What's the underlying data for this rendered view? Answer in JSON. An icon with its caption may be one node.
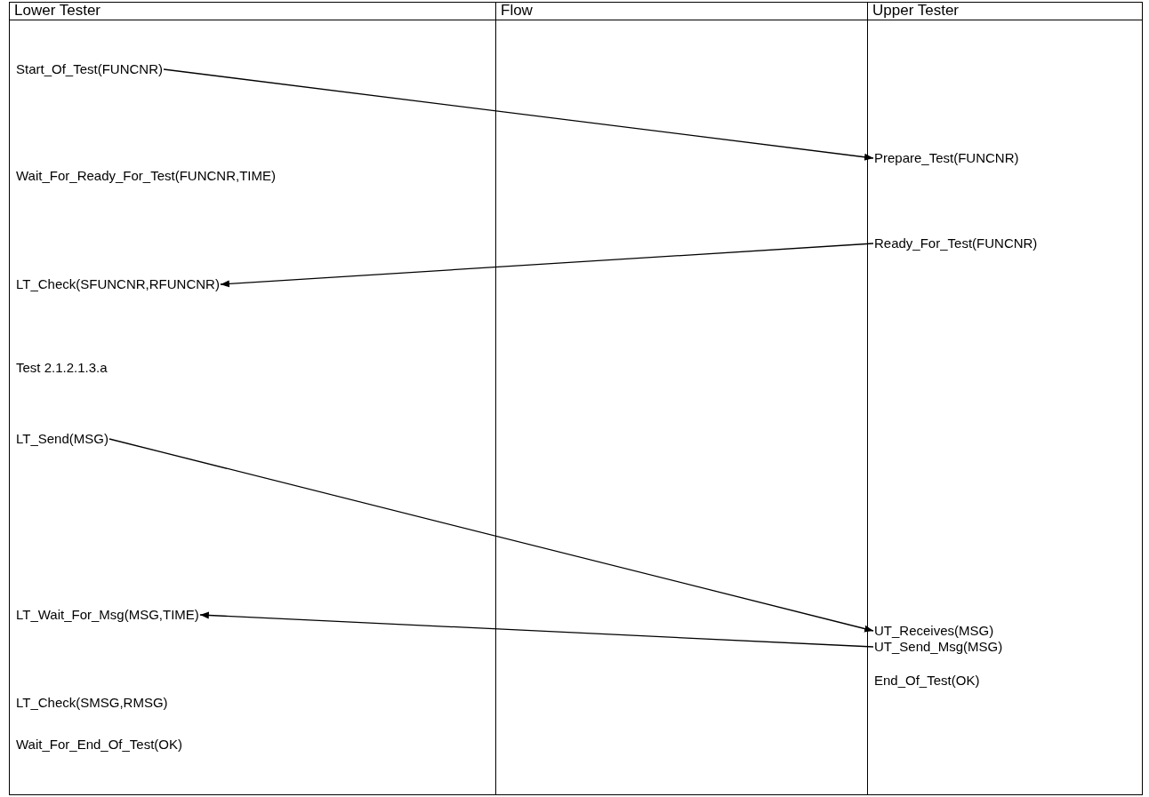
{
  "diagram": {
    "nodes": [
      {
        "text": [
          "Start_Of_Test(FUNCNR)"
        ]
      },
      {
        "text": [
          "Prepare_Test(FUNCNR)"
        ]
      },
      {
        "text": [
          "Wait_For_Ready_For_Test(FUNCNR,TIME)"
        ]
      },
      {
        "text": [
          "Ready_For_Test(FUNCNR)"
        ]
      },
      {
        "text": [
          "LT_Check(SFUNCNR,RFUNCNR)"
        ]
      },
      {
        "text": [
          "Test 2.1.2.1.3.a"
        ]
      },
      {
        "text": [
          "LT_Send(MSG)"
        ]
      },
      {
        "text": [
          "LT_Wait_For_Msg(MSG,TIME)"
        ]
      },
      {
        "text": [
          "UT_Receives(MSG)"
        ]
      },
      {
        "text": [
          "UT_Send_Msg(MSG)"
        ]
      },
      {
        "text": [
          "End_Of_Test(OK)"
        ]
      },
      {
        "text": [
          "LT_Check(SMSG,RMSG)"
        ]
      },
      {
        "text": [
          "Wait_For_End_Of_Test(OK)"
        ]
      }
    ],
    "edges": [
      {
        "from": 0,
        "to": 1,
        "arrow": "to"
      },
      {
        "from": 3,
        "to": 4,
        "arrow": "to"
      },
      {
        "from": 6,
        "to": 8,
        "arrow": "to"
      },
      {
        "from": 9,
        "to": 7,
        "arrow": "to"
      }
    ],
    "labels": [
      "Lower Tester",
      "Flow",
      "Upper Tester"
    ]
  }
}
